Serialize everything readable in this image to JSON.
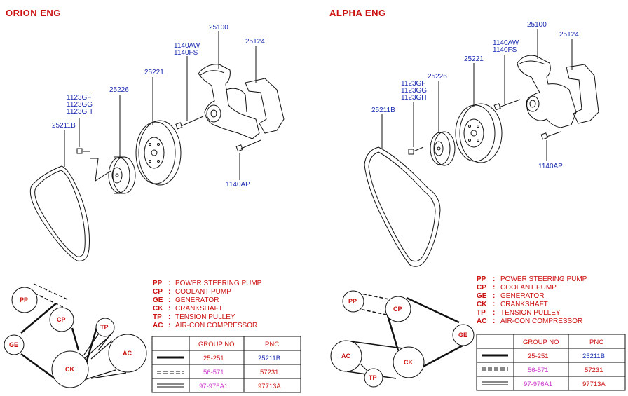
{
  "titles": {
    "left": "ORION ENG",
    "right": "ALPHA ENG"
  },
  "left_parts": {
    "p25100": "25100",
    "p25124": "25124",
    "p1140aw": "1140AW",
    "p1140fs": "1140FS",
    "p25221": "25221",
    "p25226": "25226",
    "p1123gf": "1123GF",
    "p1123gg": "1123GG",
    "p1123gh": "1123GH",
    "p25211b": "25211B",
    "p1140ap": "1140AP"
  },
  "right_parts": {
    "p25100": "25100",
    "p25124": "25124",
    "p1140aw": "1140AW",
    "p1140fs": "1140FS",
    "p25221": "25221",
    "p25226": "25226",
    "p1123gf": "1123GF",
    "p1123gg": "1123GG",
    "p1123gh": "1123GH",
    "p25211b": "25211B",
    "p1140ap": "1140AP"
  },
  "legend": [
    {
      "code": "PP",
      "sep": ":",
      "desc": "POWER STEERING PUMP"
    },
    {
      "code": "CP",
      "sep": ":",
      "desc": "COOLANT PUMP"
    },
    {
      "code": "GE",
      "sep": ":",
      "desc": "GENERATOR"
    },
    {
      "code": "CK",
      "sep": ":",
      "desc": "CRANKSHAFT"
    },
    {
      "code": "TP",
      "sep": ":",
      "desc": "TENSION PULLEY"
    },
    {
      "code": "AC",
      "sep": ":",
      "desc": "AIR-CON COMPRESSOR"
    }
  ],
  "pulleys": {
    "pp": "PP",
    "cp": "CP",
    "ge": "GE",
    "ck": "CK",
    "tp": "TP",
    "ac": "AC"
  },
  "table": {
    "headers": {
      "group": "GROUP NO",
      "pnc": "PNC"
    },
    "left_rows": [
      {
        "group": "25-251",
        "pnc": "25211B"
      },
      {
        "group": "56-571",
        "pnc": "57231"
      },
      {
        "group": "97-976A1",
        "pnc": "97713A"
      }
    ],
    "right_rows": [
      {
        "group": "25-251",
        "pnc": "25211B"
      },
      {
        "group": "56-571",
        "pnc": "57231"
      },
      {
        "group": "97-976A1",
        "pnc": "97713A"
      }
    ]
  }
}
